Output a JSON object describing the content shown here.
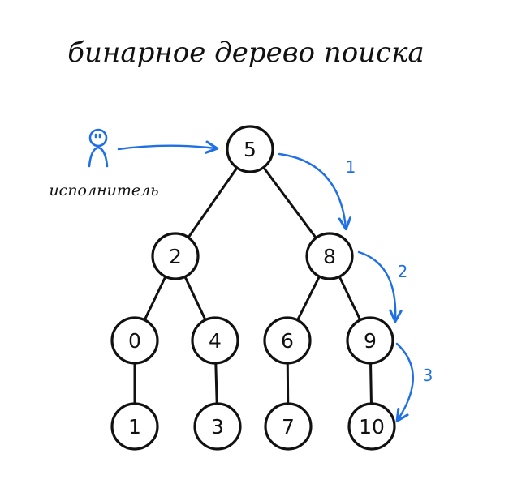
{
  "title": "бинарное дерево поиска",
  "actor": {
    "label": "исполнитель",
    "icon": "person-icon"
  },
  "colors": {
    "ink": "#111111",
    "accent": "#1f6fe5"
  },
  "nodes": [
    {
      "id": "n5",
      "label": "5"
    },
    {
      "id": "n2",
      "label": "2"
    },
    {
      "id": "n8",
      "label": "8"
    },
    {
      "id": "n0",
      "label": "0"
    },
    {
      "id": "n4",
      "label": "4"
    },
    {
      "id": "n6",
      "label": "6"
    },
    {
      "id": "n9",
      "label": "9"
    },
    {
      "id": "n1",
      "label": "1"
    },
    {
      "id": "n3",
      "label": "3"
    },
    {
      "id": "n7",
      "label": "7"
    },
    {
      "id": "n10",
      "label": "10"
    }
  ],
  "edges": [
    {
      "from": "n5",
      "to": "n2"
    },
    {
      "from": "n5",
      "to": "n8"
    },
    {
      "from": "n2",
      "to": "n0"
    },
    {
      "from": "n2",
      "to": "n4"
    },
    {
      "from": "n8",
      "to": "n6"
    },
    {
      "from": "n8",
      "to": "n9"
    },
    {
      "from": "n0",
      "to": "n1"
    },
    {
      "from": "n4",
      "to": "n3"
    },
    {
      "from": "n6",
      "to": "n7"
    },
    {
      "from": "n9",
      "to": "n10"
    }
  ],
  "path_steps": [
    {
      "label": "1",
      "from": "n5",
      "to": "n8"
    },
    {
      "label": "2",
      "from": "n8",
      "to": "n9"
    },
    {
      "label": "3",
      "from": "n9",
      "to": "n10"
    }
  ]
}
